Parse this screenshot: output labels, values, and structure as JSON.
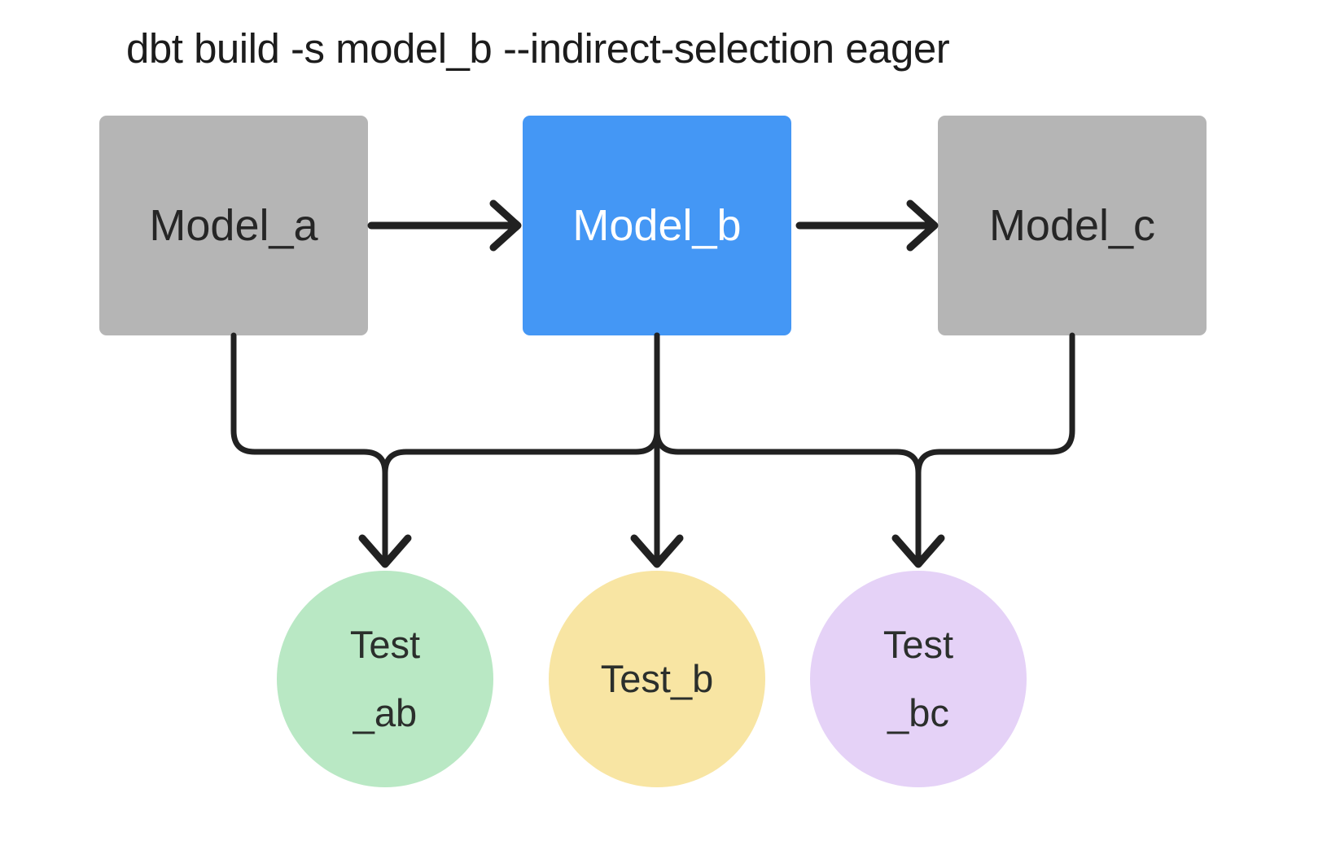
{
  "title": "dbt build -s model_b --indirect-selection eager",
  "colors": {
    "model_default_fill": "#b5b5b5",
    "model_selected_fill": "#4497f5",
    "test_ab_fill": "#b9e8c4",
    "test_b_fill": "#f8e5a3",
    "test_bc_fill": "#e5d2f7",
    "edge_stroke": "#212121",
    "model_text_dark": "#262626",
    "model_text_light": "#ffffff"
  },
  "models": [
    {
      "id": "model_a",
      "label": "Model_a",
      "selected": false
    },
    {
      "id": "model_b",
      "label": "Model_b",
      "selected": true
    },
    {
      "id": "model_c",
      "label": "Model_c",
      "selected": false
    }
  ],
  "tests": [
    {
      "id": "test_ab",
      "label_line1": "Test",
      "label_line2": "_ab"
    },
    {
      "id": "test_b",
      "label_line1": "Test_b",
      "label_line2": ""
    },
    {
      "id": "test_bc",
      "label_line1": "Test",
      "label_line2": "_bc"
    }
  ]
}
